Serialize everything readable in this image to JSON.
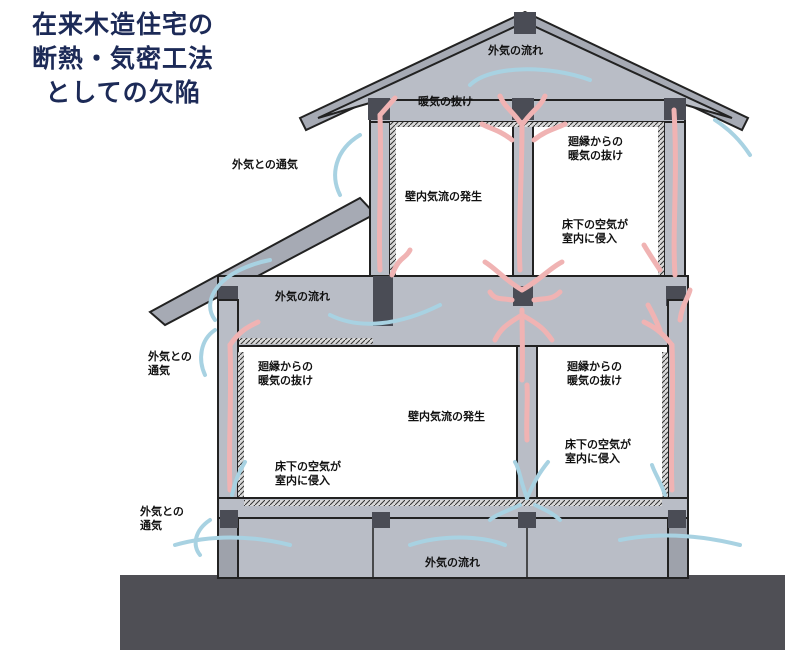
{
  "title": {
    "lines": [
      "在来木造住宅の",
      "断熱・気密工法",
      "としての欠陥"
    ]
  },
  "labels": {
    "roof_outside_flow": "外気の流れ",
    "roof_warm_escape": "暖気の抜け",
    "upper_ventilation": "外気との通気",
    "upper_wall_airflow": "壁内気流の発生",
    "upper_sill_warm_escape": [
      "廻縁からの",
      "暖気の抜け"
    ],
    "upper_underfloor_intrusion": [
      "床下の空気が",
      "室内に侵入"
    ],
    "middle_outside_flow": "外気の流れ",
    "left_ventilation": [
      "外気との",
      "通気"
    ],
    "left_sill_warm_escape": [
      "廻縁からの",
      "暖気の抜け"
    ],
    "right_sill_warm_escape": [
      "廻縁からの",
      "暖気の抜け"
    ],
    "lower_wall_airflow": "壁内気流の発生",
    "left_underfloor_intrusion": [
      "床下の空気が",
      "室内に侵入"
    ],
    "right_underfloor_intrusion": [
      "床下の空気が",
      "室内に侵入"
    ],
    "bottom_ventilation": [
      "外気との",
      "通気"
    ],
    "bottom_outside_flow": "外気の流れ"
  },
  "colors": {
    "title": "#1c2a57",
    "wall_fill": "#b9bdc6",
    "structure_dark": "#4a4c55",
    "ground": "#4f4f55",
    "warm_arrow": "#f0b3b3",
    "cold_arrow": "#a8d2e2"
  }
}
